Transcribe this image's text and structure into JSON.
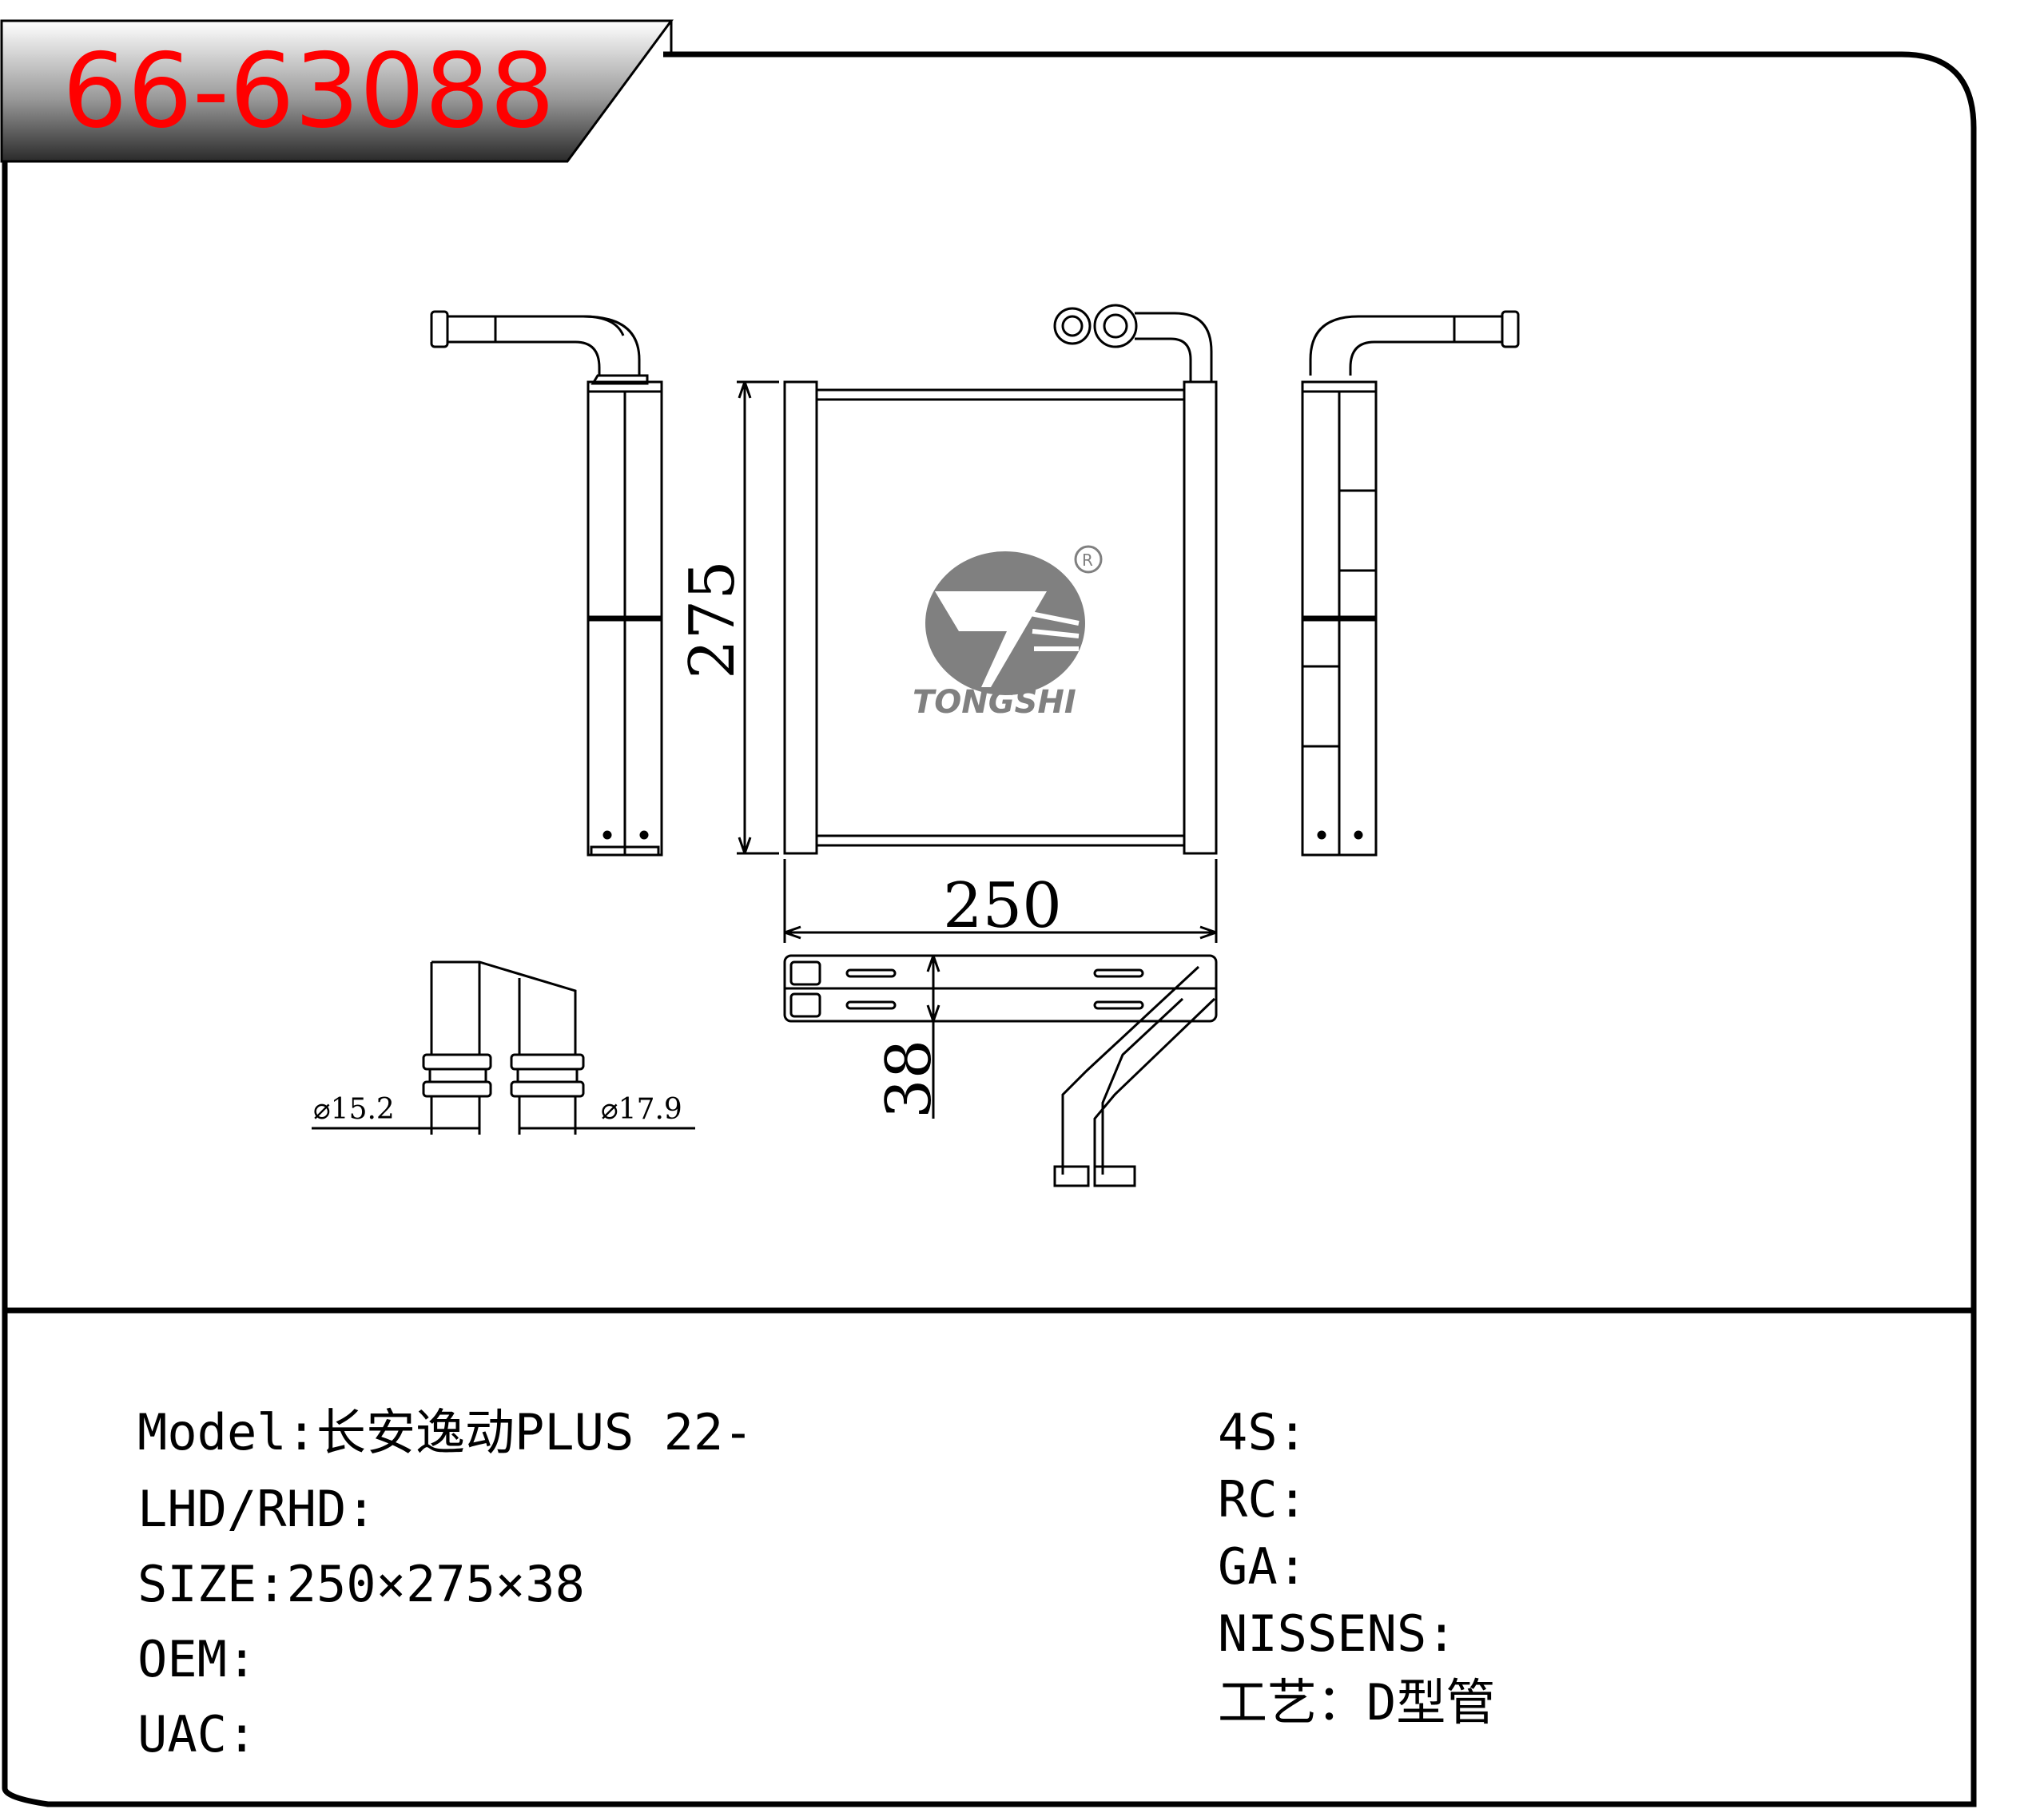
{
  "part_number": "66-63088",
  "brand_logo_text": "TONGSHI",
  "dimensions": {
    "height": "275",
    "width": "250",
    "depth": "38",
    "pipe_diameter_1": "⌀15.2",
    "pipe_diameter_2": "⌀17.9"
  },
  "specs_left": [
    "Model:长安逸动PLUS 22-",
    "LHD/RHD:",
    "SIZE:250×275×38",
    "OEM:",
    "UAC:"
  ],
  "specs_right": [
    "4S:",
    "RC:",
    "GA:",
    "NISSENS:",
    "工艺：D型管"
  ],
  "colors": {
    "part_number": "#ff0000",
    "frame": "#000000",
    "logo": "#808080"
  }
}
